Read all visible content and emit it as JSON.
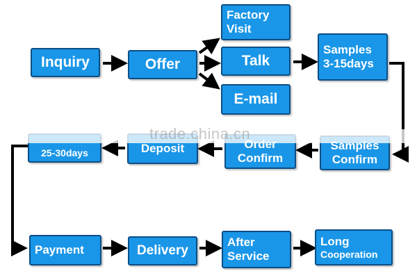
{
  "steps": {
    "inquiry": "Inquiry",
    "offer": "Offer",
    "factory_visit": [
      "Factory",
      "Visit"
    ],
    "talk": "Talk",
    "email": "E-mail",
    "samples_time": [
      "Samples",
      "3-15days"
    ],
    "samples_confirm": [
      "Samples",
      "Confirm"
    ],
    "order_confirm": [
      "Order",
      "Confirm"
    ],
    "deposit": "Deposit",
    "production": "25-30days",
    "payment": "Payment",
    "delivery": "Delivery",
    "after_service": [
      "After",
      "Service"
    ],
    "long_cooperation": [
      "Long",
      "Cooperation"
    ]
  },
  "watermark": "trade.china.cn",
  "colors": {
    "box_fill": "#1a96e8",
    "box_border": "#0b4e86",
    "arrow": "#000000"
  }
}
